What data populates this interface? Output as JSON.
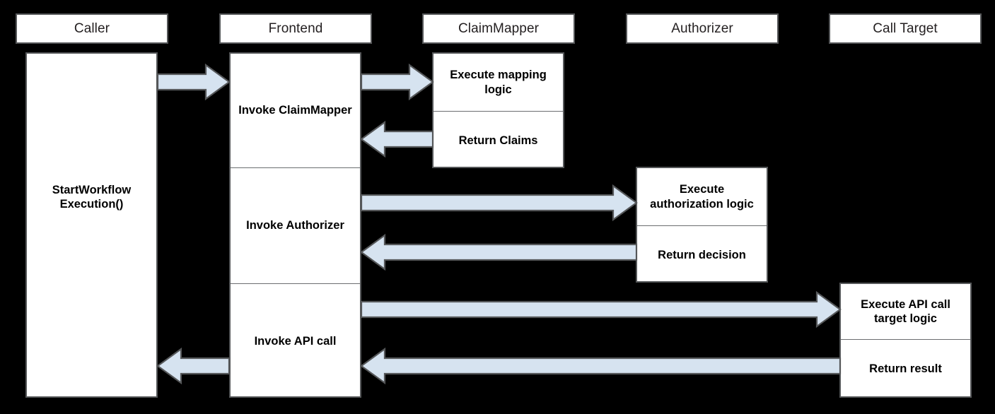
{
  "diagram": {
    "type": "sequence-diagram",
    "background_color": "#000000",
    "box_fill": "#ffffff",
    "box_border": "#555759",
    "arrow_fill": "#d6e3f0",
    "arrow_border": "#555759",
    "text_color": "#231f20"
  },
  "participants": [
    {
      "id": "caller",
      "label": "Caller"
    },
    {
      "id": "frontend",
      "label": "Frontend"
    },
    {
      "id": "claimmapper",
      "label": "ClaimMapper"
    },
    {
      "id": "authorizer",
      "label": "Authorizer"
    },
    {
      "id": "calltarget",
      "label": "Call Target"
    }
  ],
  "activations": {
    "caller": {
      "cells": [
        {
          "label": ""
        },
        {
          "label": "StartWorkflow Execution()"
        },
        {
          "label": ""
        }
      ]
    },
    "frontend": {
      "cells": [
        {
          "label": "Invoke ClaimMapper"
        },
        {
          "label": "Invoke Authorizer"
        },
        {
          "label": "Invoke API call"
        }
      ]
    },
    "claimmapper": {
      "cells": [
        {
          "label": "Execute mapping logic"
        },
        {
          "label": "Return Claims"
        }
      ]
    },
    "authorizer": {
      "cells": [
        {
          "label": "Execute authorization logic"
        },
        {
          "label": "Return decision"
        }
      ]
    },
    "calltarget": {
      "cells": [
        {
          "label": "Execute API call target logic"
        },
        {
          "label": "Return result"
        }
      ]
    }
  },
  "messages": [
    {
      "id": "m1",
      "from": "caller",
      "to": "frontend",
      "direction": "right"
    },
    {
      "id": "m2",
      "from": "frontend",
      "to": "claimmapper",
      "direction": "right"
    },
    {
      "id": "m3",
      "from": "claimmapper",
      "to": "frontend",
      "direction": "left"
    },
    {
      "id": "m4",
      "from": "frontend",
      "to": "authorizer",
      "direction": "right"
    },
    {
      "id": "m5",
      "from": "authorizer",
      "to": "frontend",
      "direction": "left"
    },
    {
      "id": "m6",
      "from": "frontend",
      "to": "calltarget",
      "direction": "right"
    },
    {
      "id": "m7",
      "from": "calltarget",
      "to": "frontend",
      "direction": "left"
    },
    {
      "id": "m8",
      "from": "frontend",
      "to": "caller",
      "direction": "left"
    }
  ]
}
